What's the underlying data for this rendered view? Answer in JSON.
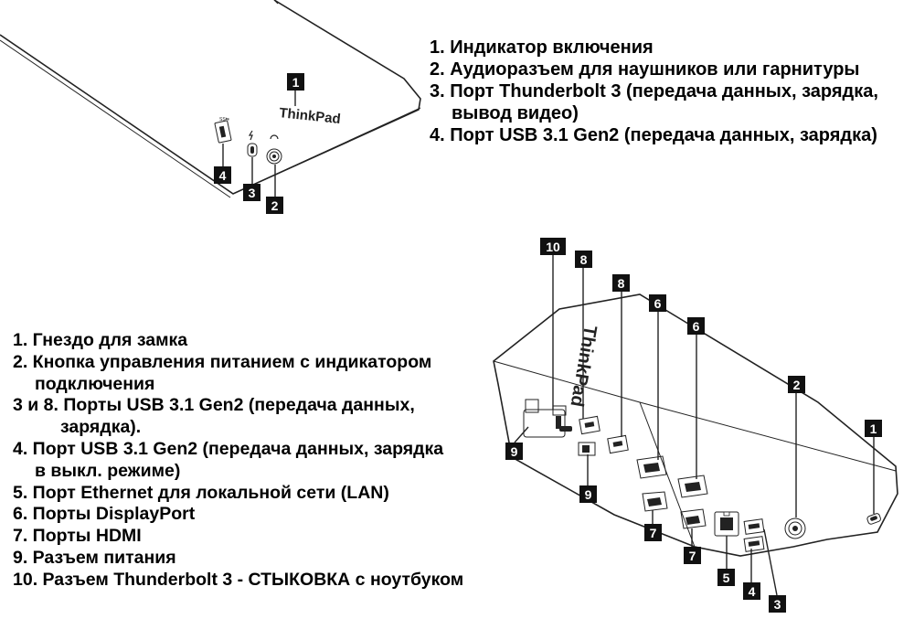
{
  "top_legend": {
    "lines": [
      "1. Индикатор включения",
      "2. Аудиоразъем для наушников или гарнитуры",
      "3. Порт Thunderbolt 3 (передача данных, зарядка,",
      "вывод видео)",
      "4. Порт USB 3.1 Gen2 (передача данных, зарядка)"
    ]
  },
  "bottom_legend": {
    "lines": [
      "1. Гнездо для замка",
      "2. Кнопка управления питанием с индикатором",
      "подключения",
      "3 и 8. Порты USB 3.1 Gen2 (передача данных,",
      "зарядка).",
      "4. Порт USB 3.1 Gen2 (передача данных, зарядка",
      "в выкл. режиме)",
      "5. Порт Ethernet для локальной сети (LAN)",
      "6. Порты DisplayPort",
      "7. Порты HDMI",
      "9. Разъем питания",
      "10. Разъем Thunderbolt 3 - СТЫКОВКА с ноутбуком"
    ]
  },
  "brand": "ThinkPad",
  "callouts_top": [
    "1",
    "2",
    "3",
    "4"
  ],
  "callouts_bottom": [
    "10",
    "8",
    "8",
    "6",
    "6",
    "2",
    "1",
    "9",
    "9",
    "7",
    "7",
    "5",
    "4",
    "3"
  ],
  "colors": {
    "ink": "#111111",
    "background": "#ffffff"
  }
}
